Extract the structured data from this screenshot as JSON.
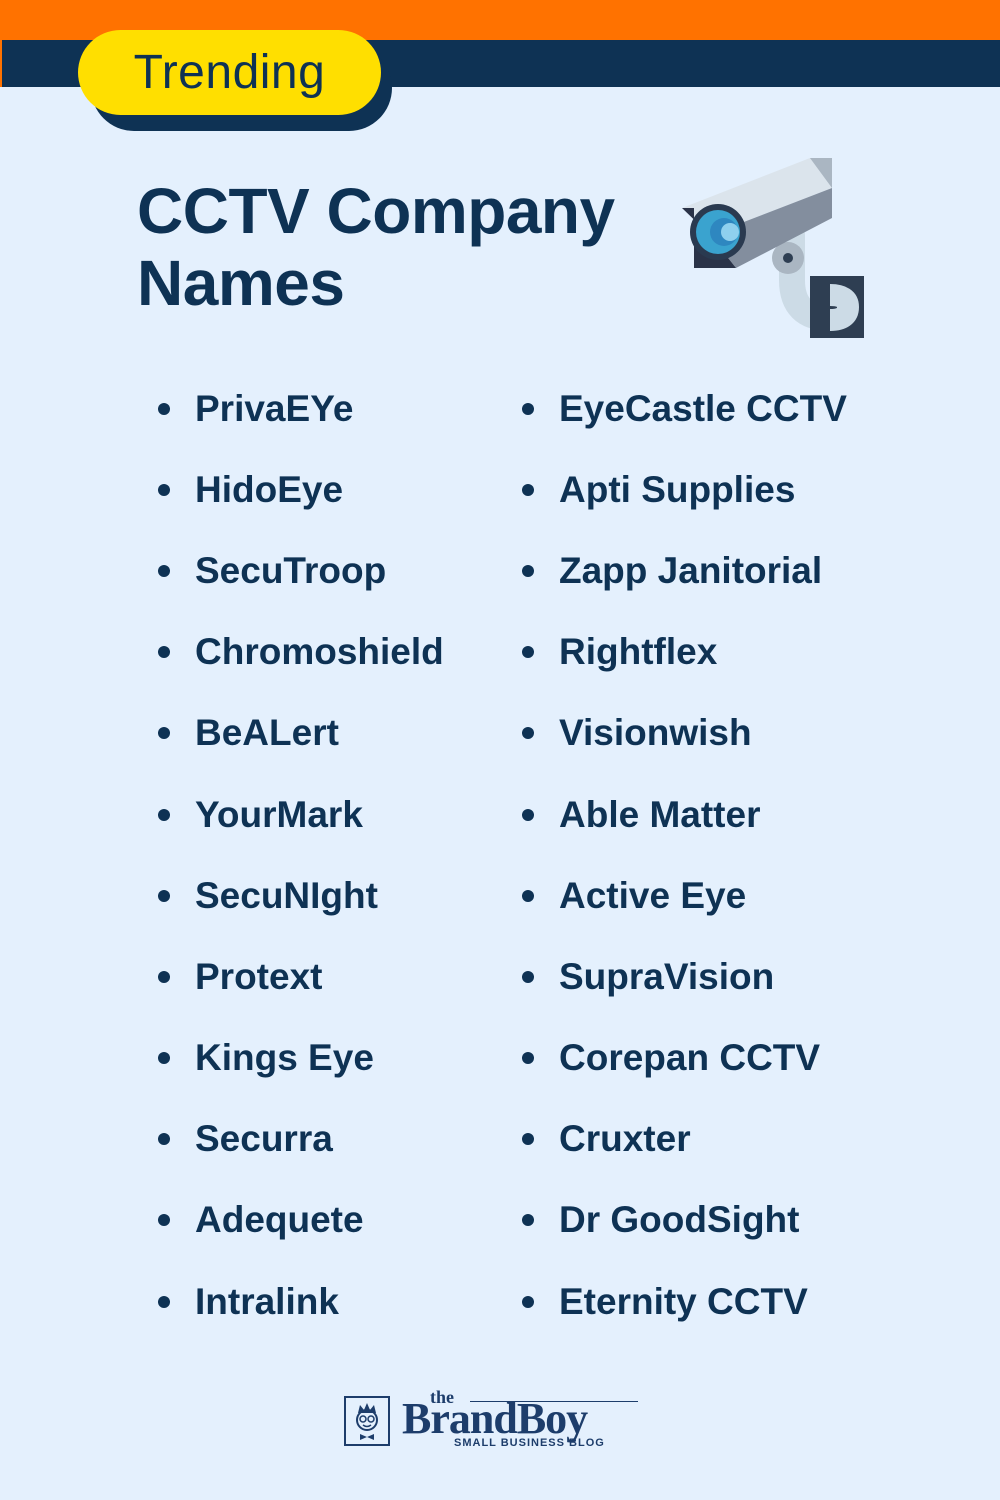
{
  "header": {
    "badge_label": "Trending",
    "colors": {
      "orange_bar": "#ff7200",
      "navy_bar": "#0e3254",
      "badge": "#ffdf00",
      "background": "#e4f0fd"
    }
  },
  "title": {
    "line1": "CCTV Company",
    "line2": "Names",
    "icon": "cctv-camera-icon"
  },
  "names": {
    "left": [
      "PrivaEYe",
      "HidoEye",
      "SecuTroop",
      "Chromoshield",
      "BeALert",
      "YourMark",
      "SecuNIght",
      "Protext",
      "Kings Eye",
      "Securra",
      "Adequete",
      "Intralink"
    ],
    "right": [
      "EyeCastle CCTV",
      "Apti Supplies",
      "Zapp Janitorial",
      "Rightflex",
      "Visionwish",
      "Able Matter",
      "Active Eye",
      "SupraVision",
      "Corepan CCTV",
      "Cruxter",
      "Dr GoodSight",
      "Eternity CCTV"
    ]
  },
  "footer": {
    "logo_the": "the",
    "logo_brand": "BrandBoy",
    "logo_tagline": "SMALL BUSINESS BLOG"
  }
}
